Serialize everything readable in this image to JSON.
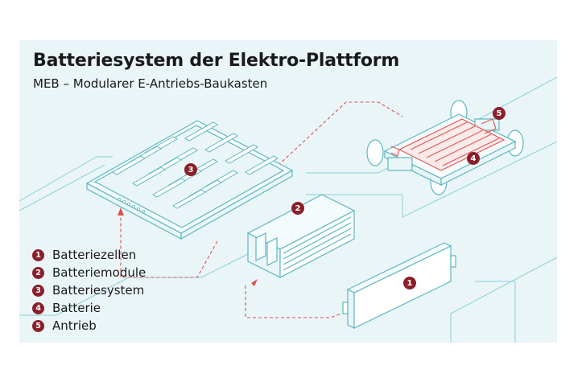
{
  "header": {
    "title": "Batteriesystem der Elektro-Plattform",
    "subtitle": "MEB – Modularer E-Antriebs-Baukasten"
  },
  "legend": [
    {
      "num": "1",
      "label": "Batteriezellen"
    },
    {
      "num": "2",
      "label": "Batteriemodule"
    },
    {
      "num": "3",
      "label": "Batteriesystem"
    },
    {
      "num": "4",
      "label": "Batterie"
    },
    {
      "num": "5",
      "label": "Antrieb"
    }
  ],
  "markers": {
    "cell": "1",
    "module": "2",
    "system": "3",
    "battery": "4",
    "drive": "5"
  },
  "colors": {
    "background": "#eaf5f8",
    "line": "#7fc6cc",
    "accent": "#8b1f2a",
    "dashed": "#d9534f",
    "highlight": "#e05a5a"
  }
}
